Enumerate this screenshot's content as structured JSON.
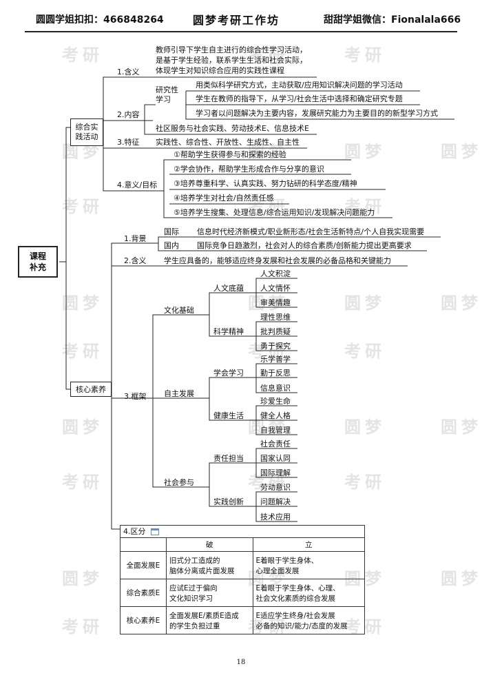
{
  "header": {
    "left": "圆圆学姐扣扣：466848264",
    "center": "圆梦考研工作坊",
    "right": "甜甜学姐微信：Fionalala666"
  },
  "watermark": {
    "text1": "圆梦",
    "text2": "考研"
  },
  "root": "课程补充",
  "section1": {
    "title": "综合实践活动",
    "def_label": "1.含义",
    "def_lines": [
      "教师引导下学生自主进行的综合性学习活动，",
      "是基于学生经验，联系学生生活和社会实际，",
      "体现学生对知识综合应用的实践性课程"
    ],
    "content_label": "2.内容",
    "research_label": "研究性学习",
    "research_items": [
      "用类似科学研究方式，主动获取/应用知识解决问题的学习活动",
      "学生在教师的指导下，从学习/社会生活中选择和确定研究专题",
      "学习者以问题解决为主要内容，发展研究能力为主要目的的新型学习方式"
    ],
    "content_other": "社区服务与社会实践、劳动技术E、信息技术E",
    "feature_label": "3.特征",
    "feature_text": "实践性、综合性、开放性、生成性、自主性",
    "goal_label": "4.意义/目标",
    "goals": [
      "①帮助学生获得参与和探索的经验",
      "②学会协作，帮助学生形成合作与分享的意识",
      "③培养尊重科学、认真实践、努力钻研的科学态度/精神",
      "④培养学生对社会/自然责任感",
      "⑤培养学生搜集、处理信息/综合运用知识/发现解决问题能力"
    ]
  },
  "section2": {
    "title": "核心素养",
    "bg_label": "1.背景",
    "bg_intl_label": "国际",
    "bg_intl_text": "信息时代经济新模式/职业新形态/社会生活新特点/个人自我实现需要",
    "bg_dom_label": "国内",
    "bg_dom_text": "国际竞争日趋激烈，社会对人的综合素质/创新能力提出更高要求",
    "def_label": "2.含义",
    "def_text": "学生应具备的，能够适应终身发展和社会发展的必备品格和关键能力",
    "framework_label": "3.框架",
    "groups": [
      {
        "name": "文化基础",
        "subs": [
          {
            "name": "人文底蕴",
            "items": [
              "人文积淀",
              "人文情怀",
              "审美情趣"
            ]
          },
          {
            "name": "科学精神",
            "items": [
              "理性思维",
              "批判质疑",
              "勇于探究"
            ]
          }
        ]
      },
      {
        "name": "自主发展",
        "subs": [
          {
            "name": "学会学习",
            "items": [
              "乐学善学",
              "勤于反思",
              "信息意识"
            ]
          },
          {
            "name": "健康生活",
            "items": [
              "珍爱生命",
              "健全人格",
              "自我管理"
            ]
          }
        ]
      },
      {
        "name": "社会参与",
        "subs": [
          {
            "name": "责任担当",
            "items": [
              "社会责任",
              "国家认同",
              "国际理解"
            ]
          },
          {
            "name": "实践创新",
            "items": [
              "劳动意识",
              "问题解决",
              "技术应用"
            ]
          }
        ]
      }
    ],
    "diff_label": "4.区分",
    "table": {
      "headers": [
        "",
        "破",
        "立"
      ],
      "rows": [
        {
          "name": "全面发展E",
          "po": "旧式分工造成的\n脑体分离或片面发展",
          "li": "E着眼于学生身体、\n心理全面发展"
        },
        {
          "name": "综合素质E",
          "po": "应试E过于偏向\n文化知识学习",
          "li": "E着眼于学生身体、心理、\n社会文化素质的综合发展"
        },
        {
          "name": "核心素养E",
          "po": "全面发展E/素质E造成\n的学生负担过重",
          "li": "E适应学生终身/社会发展\n必备的知识/能力/态度的发展"
        }
      ]
    }
  },
  "page_number": "18"
}
